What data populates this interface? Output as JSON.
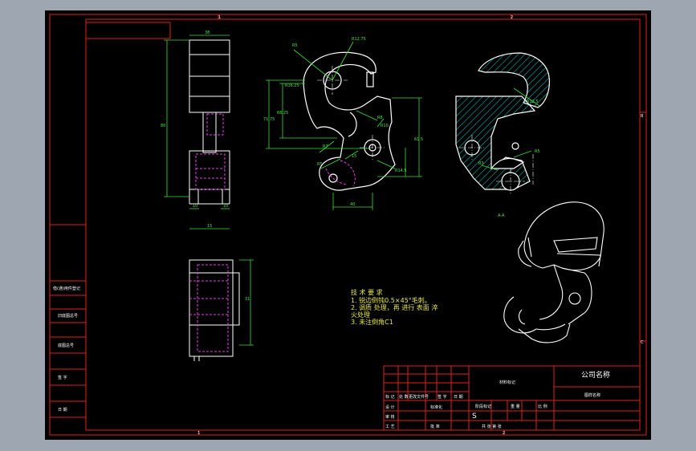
{
  "colors": {
    "background": "#000000",
    "frame": "#e02020",
    "geometry": "#ffffff",
    "dimensions": "#39e039",
    "hidden_lines": "#e040e0",
    "notes": "#e8e84a",
    "hatch": "#00c8c8"
  },
  "zone_labels": {
    "top_1": "1",
    "top_2": "2",
    "bottom_1": "1",
    "bottom_2": "2",
    "right_b": "B",
    "right_c": "C"
  },
  "side_table": [
    "借(通)用件登记",
    "",
    "旧底图总号",
    "",
    "底图总号",
    "",
    "签 字",
    "",
    "日 期"
  ],
  "notes": {
    "title": "技 术 要 求",
    "line1": "1. 锐边倒钝0.5×45°毛刺。",
    "line2": "2. 调质 处理，再 进行 表面 淬",
    "line3": "  火处理",
    "line4": "3. 未注倒角C1"
  },
  "title_block": {
    "company": "公司名称",
    "part_name": "图样名称",
    "material": "材料标记",
    "scale_label": "比 例",
    "sheet_label": "共  张  第  张",
    "rows": [
      "标 记",
      "处 数",
      "更改文件号",
      "签 字",
      "日 期"
    ],
    "designer": "设 计",
    "checker": "审 核",
    "process": "工 艺",
    "std": "标准化",
    "approve": "批 准",
    "stage": "阶段标记",
    "weight": "重 量",
    "s_mark": "S"
  },
  "dimensions": {
    "front_top": "38",
    "front_height": "80",
    "front_bottom_left": "10",
    "front_bottom_right": "10",
    "front_width": "15",
    "side_height": "31",
    "main_r1": "R5",
    "main_r2": "R12.75",
    "main_r3": "R16.25",
    "main_h1": "71.75",
    "main_h2": "68.25",
    "main_r4": "R8",
    "main_r5": "R10",
    "main_h3": "61.5",
    "main_r6": "R7",
    "main_r7": "R5",
    "main_15": "15",
    "main_r8": "R14.5",
    "main_width": "40",
    "sec_r1": "R12.5",
    "sec_r2": "R3",
    "sec_r3": "R5",
    "sec_label": "A-A"
  }
}
